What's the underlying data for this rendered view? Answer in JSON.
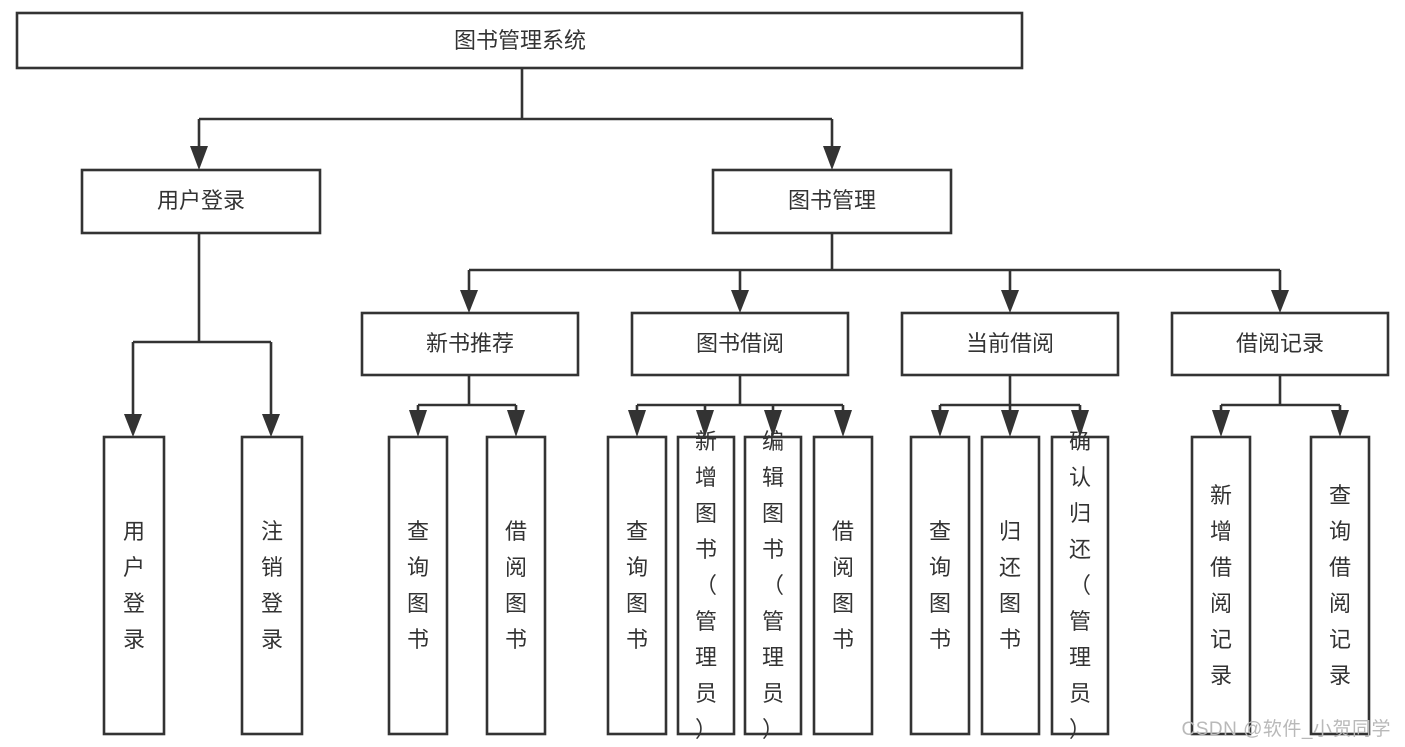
{
  "diagram": {
    "title": "图书管理系统",
    "type": "tree-hierarchy-flowchart",
    "colors": {
      "stroke": "#333333",
      "fill": "#ffffff",
      "background": "#ffffff",
      "watermark": "#b9b9b9"
    },
    "root": {
      "label": "图书管理系统"
    },
    "level2": [
      {
        "label": "用户登录"
      },
      {
        "label": "图书管理"
      }
    ],
    "level3": [
      {
        "label": "新书推荐"
      },
      {
        "label": "图书借阅"
      },
      {
        "label": "当前借阅"
      },
      {
        "label": "借阅记录"
      }
    ],
    "leaves": {
      "user_login": [
        {
          "label": "用户登录"
        },
        {
          "label": "注销登录"
        }
      ],
      "new_book_recommend": [
        {
          "label": "查询图书"
        },
        {
          "label": "借阅图书"
        }
      ],
      "book_borrow": [
        {
          "label": "查询图书"
        },
        {
          "label": "新增图书（管理员）"
        },
        {
          "label": "编辑图书（管理员）"
        },
        {
          "label": "借阅图书"
        }
      ],
      "current_borrow": [
        {
          "label": "查询图书"
        },
        {
          "label": "归还图书"
        },
        {
          "label": "确认归还（管理员）"
        }
      ],
      "borrow_record": [
        {
          "label": "新增借阅记录"
        },
        {
          "label": "查询借阅记录"
        }
      ]
    }
  },
  "watermark": {
    "text": "CSDN @软件_小贺同学"
  }
}
